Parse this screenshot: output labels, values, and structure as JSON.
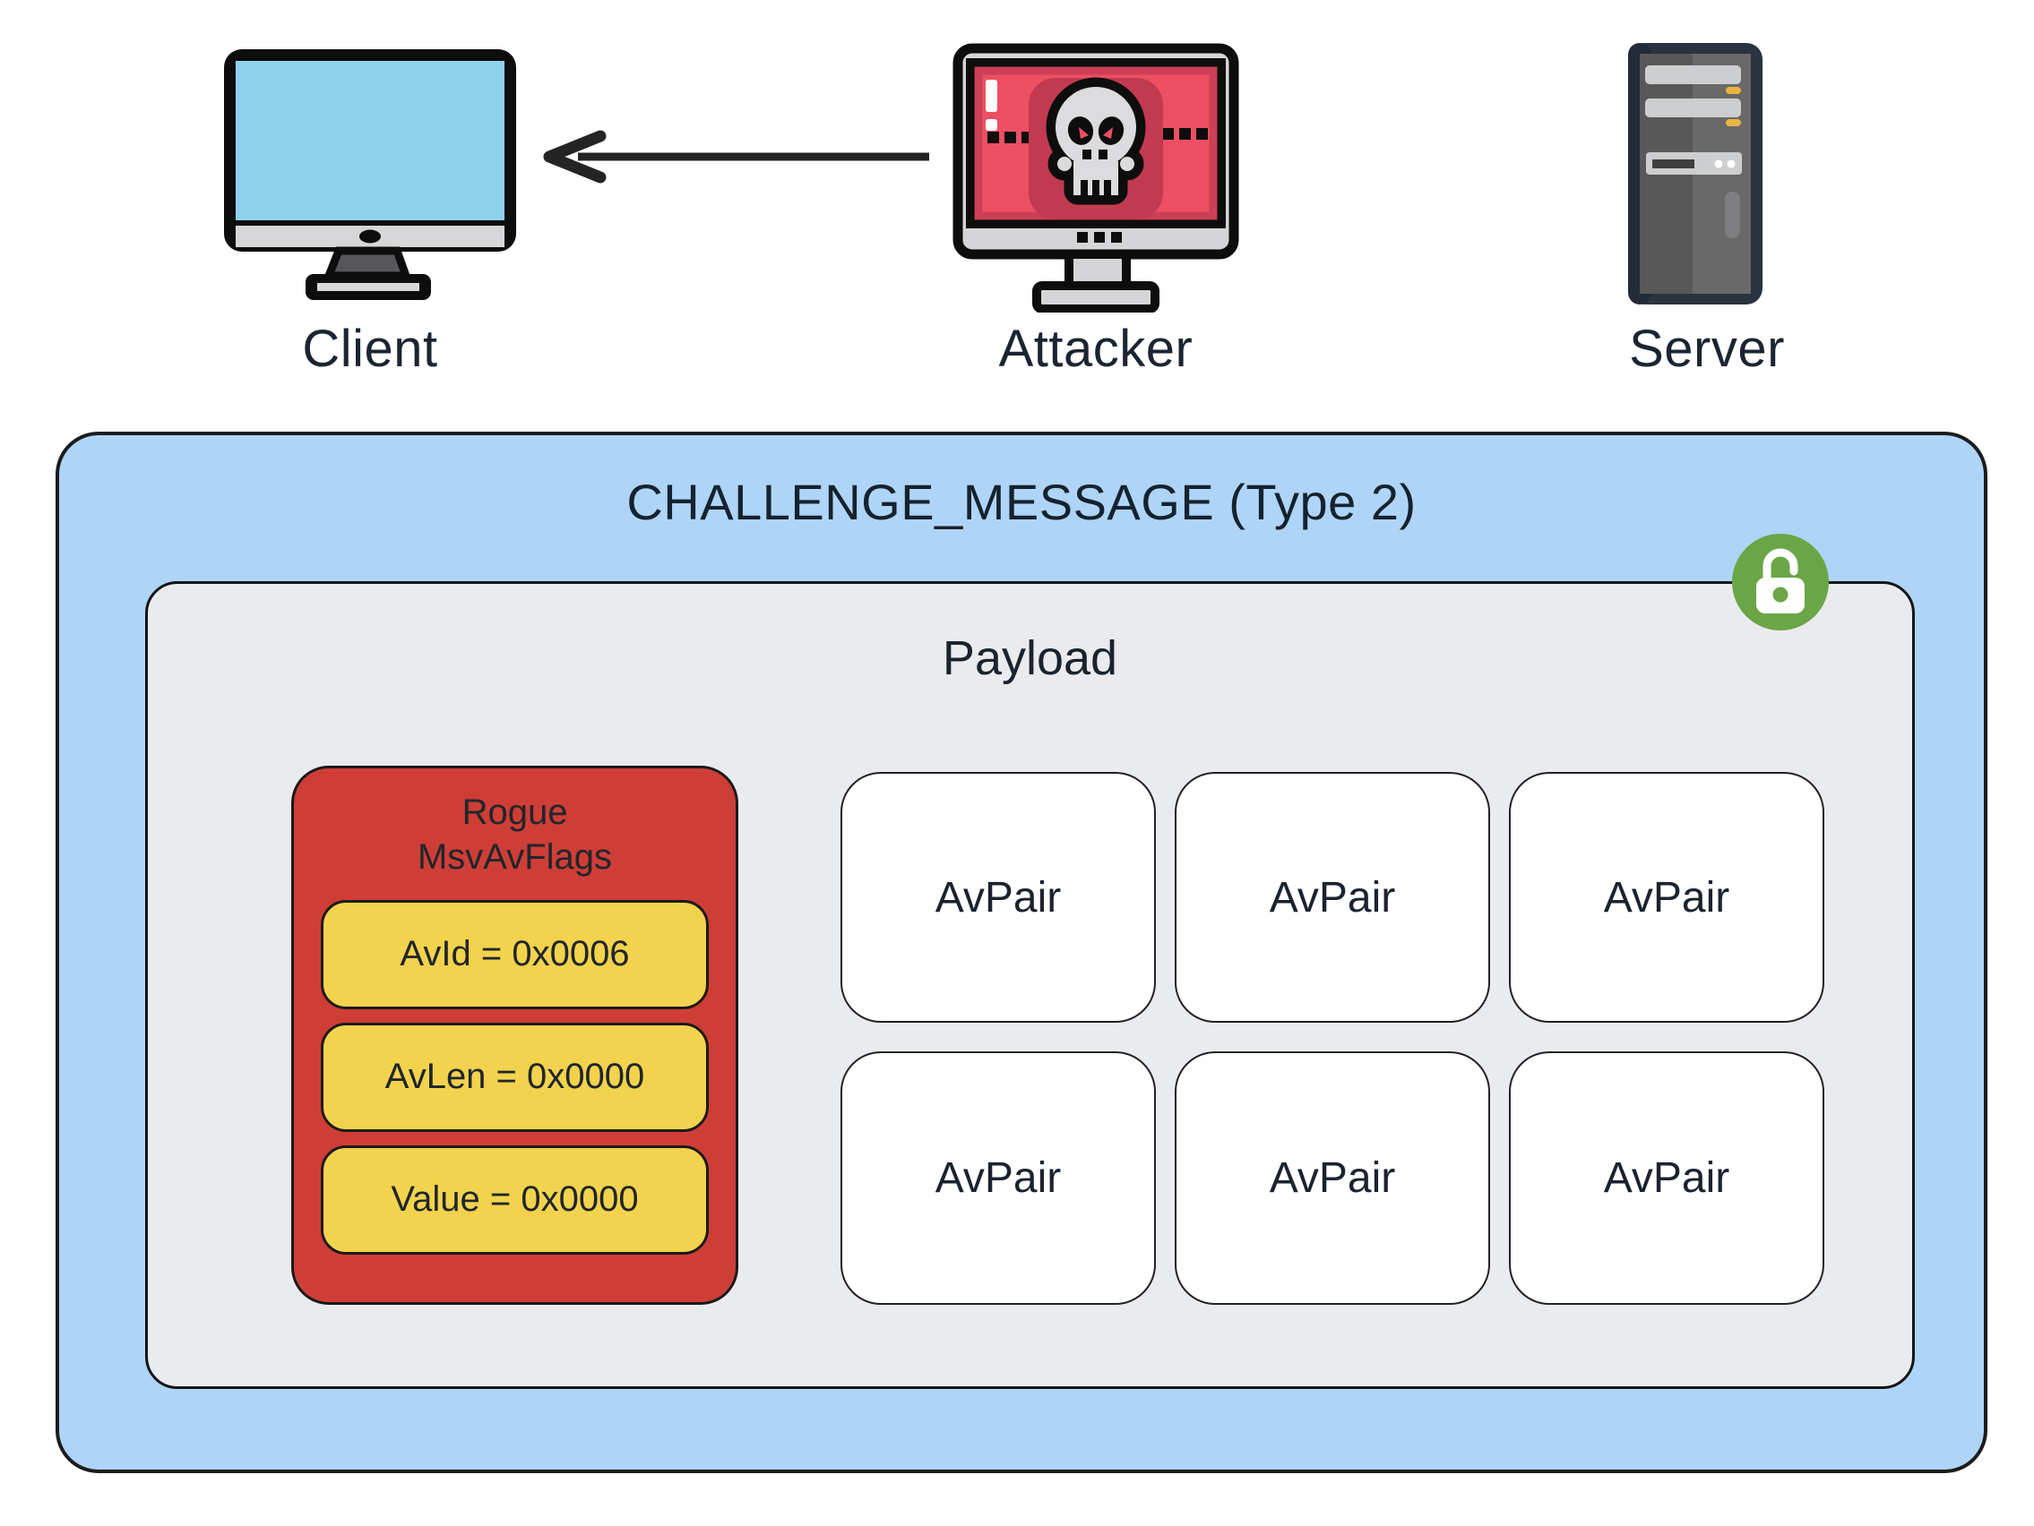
{
  "nodes": [
    {
      "id": "client",
      "label": "Client",
      "icon": "client-monitor-icon"
    },
    {
      "id": "attacker",
      "label": "Attacker",
      "icon": "attacker-skull-monitor-icon"
    },
    {
      "id": "server",
      "label": "Server",
      "icon": "server-tower-icon"
    }
  ],
  "edges": [
    {
      "from": "attacker",
      "to": "client",
      "icon": "arrow-left-icon"
    }
  ],
  "message": {
    "title": "CHALLENGE_MESSAGE (Type 2)",
    "security_icon": "unlock-icon",
    "payload_label": "Payload",
    "rogue_block": {
      "title_line1": "Rogue",
      "title_line2": "MsvAvFlags",
      "fields": [
        "AvId = 0x0006",
        "AvLen = 0x0000",
        "Value = 0x0000"
      ]
    },
    "av_pairs": [
      "AvPair",
      "AvPair",
      "AvPair",
      "AvPair",
      "AvPair",
      "AvPair"
    ]
  },
  "colors": {
    "challenge_box_fill": "#aed5f8",
    "payload_box_fill": "#e9ebee",
    "rogue_box_fill": "#ce3e36",
    "field_fill": "#f3d34d",
    "avpair_fill": "#ffffff",
    "unlock_badge_green": "#6ba646",
    "attacker_screen_red": "#ed4f63",
    "client_screen_blue": "#90d2ee",
    "outline_dark": "#141414"
  }
}
